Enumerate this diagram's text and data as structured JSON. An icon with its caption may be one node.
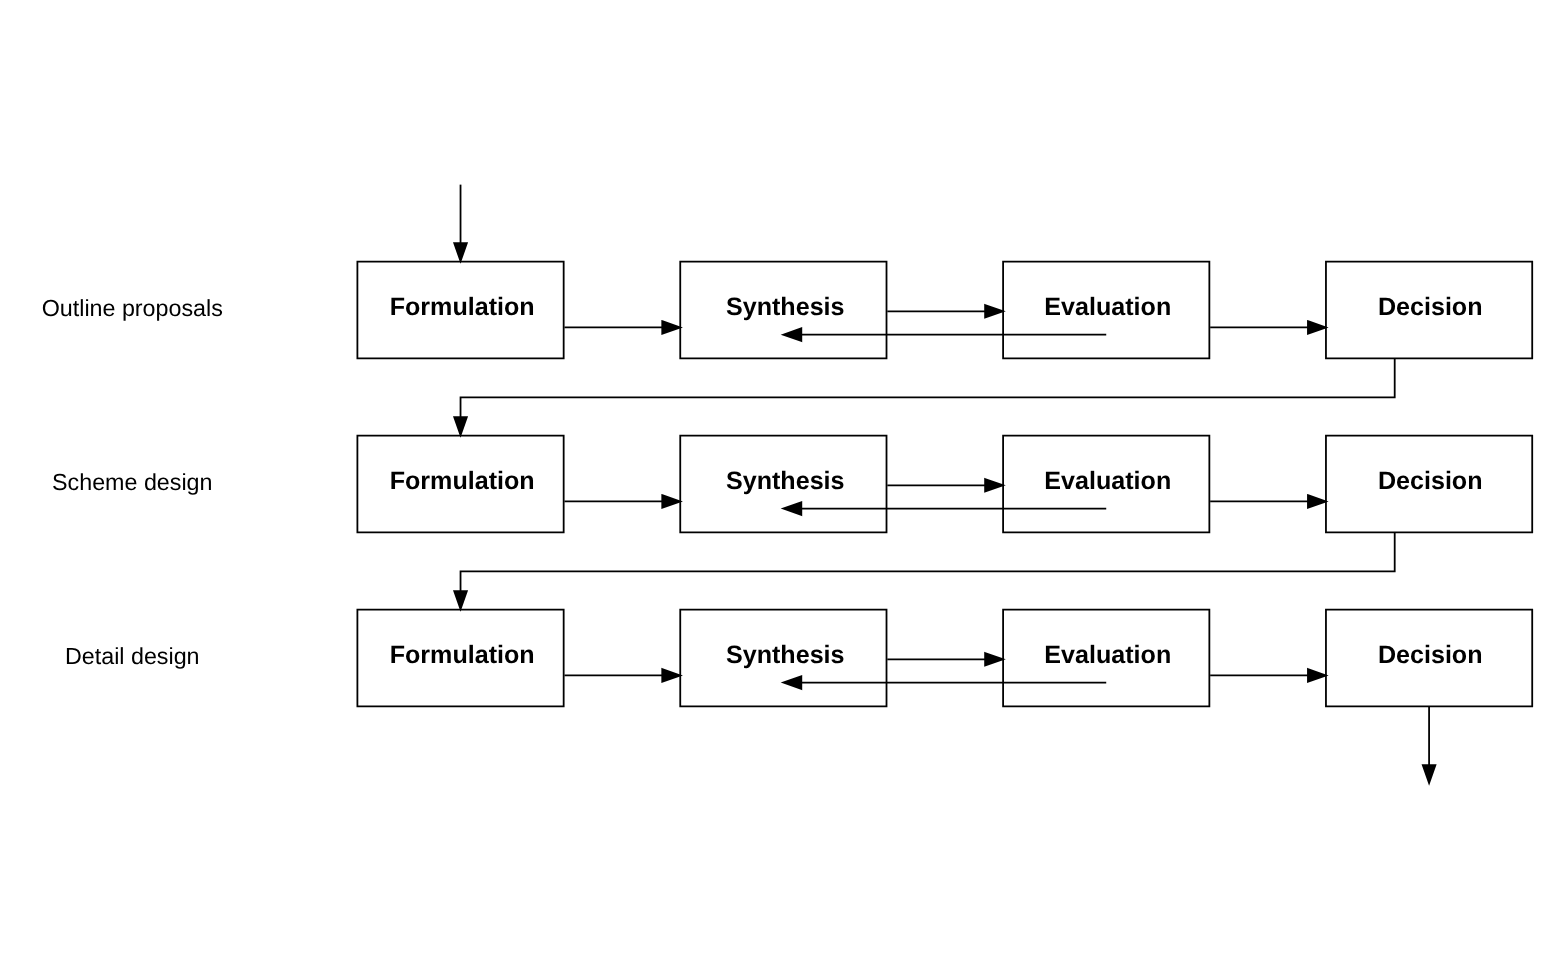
{
  "diagram": {
    "nodes": [
      {
        "text": [
          "Formulation"
        ]
      },
      {
        "text": [
          "Synthesis"
        ]
      },
      {
        "text": [
          "Evaluation"
        ]
      },
      {
        "text": [
          "Decision"
        ]
      },
      {
        "text": [
          "Formulation"
        ]
      },
      {
        "text": [
          "Synthesis"
        ]
      },
      {
        "text": [
          "Evaluation"
        ]
      },
      {
        "text": [
          "Decision"
        ]
      },
      {
        "text": [
          "Formulation"
        ]
      },
      {
        "text": [
          "Synthesis"
        ]
      },
      {
        "text": [
          "Evaluation"
        ]
      },
      {
        "text": [
          "Decision"
        ]
      }
    ],
    "edges": [
      {
        "from": null,
        "to": 0,
        "arrow": "to"
      },
      {
        "from": 0,
        "to": 1,
        "arrow": "to"
      },
      {
        "from": 1,
        "to": 2,
        "arrow": "to"
      },
      {
        "from": 2,
        "to": 3,
        "arrow": "to"
      },
      {
        "from": 2,
        "to": 1,
        "arrow": "to"
      },
      {
        "from": 3,
        "to": 4,
        "arrow": "to"
      },
      {
        "from": 4,
        "to": 5,
        "arrow": "to"
      },
      {
        "from": 5,
        "to": 6,
        "arrow": "to"
      },
      {
        "from": 6,
        "to": 7,
        "arrow": "to"
      },
      {
        "from": 6,
        "to": 5,
        "arrow": "to"
      },
      {
        "from": 7,
        "to": 8,
        "arrow": "to"
      },
      {
        "from": 8,
        "to": 9,
        "arrow": "to"
      },
      {
        "from": 9,
        "to": 10,
        "arrow": "to"
      },
      {
        "from": 10,
        "to": 11,
        "arrow": "to"
      },
      {
        "from": 10,
        "to": 9,
        "arrow": "to"
      },
      {
        "from": 11,
        "to": null,
        "arrow": "to"
      }
    ],
    "labels": [
      "Outline proposals",
      "Scheme design",
      "Detail design"
    ]
  }
}
